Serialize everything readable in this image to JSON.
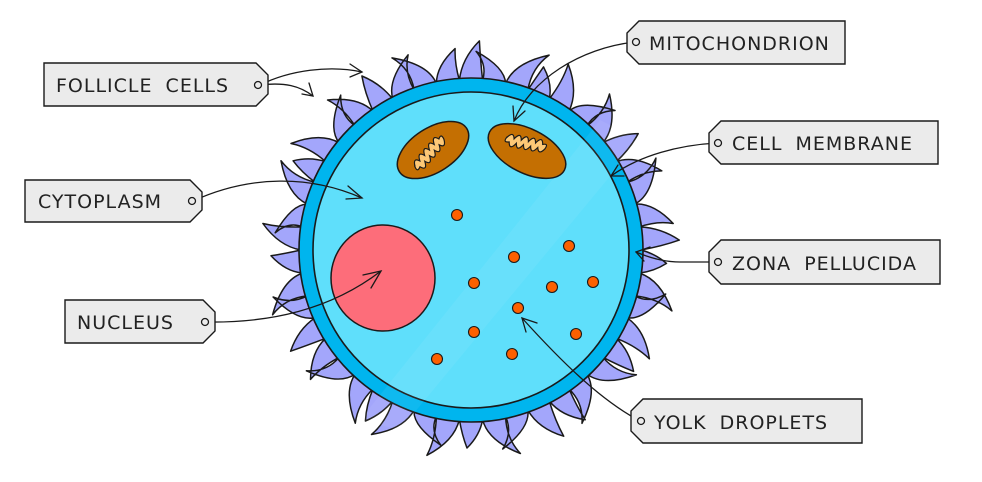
{
  "title": "Egg cell (ovum) structure",
  "colors": {
    "follicle_cells": "#a3a6fb",
    "zona_pellucida": "#00b5ee",
    "cytoplasm": "#5fdffb",
    "nucleus": "#fd6d7a",
    "mitochondrion_outer": "#c46f02",
    "mitochondrion_inner": "#fdc876",
    "yolk_droplets": "#fd6000",
    "label_fill": "#ebebeb",
    "outline": "#1a1a1a"
  },
  "labels": {
    "follicle_cells": "FOLLICLE CELLS",
    "cytoplasm": "CYTOPLASM",
    "nucleus": "NUCLEUS",
    "mitochondrion": "MITOCHONDRION",
    "cell_membrane": "CELL MEMBRANE",
    "zona_pellucida": "ZONA PELLUCIDA",
    "yolk_droplets": "YOLK DROPLETS"
  },
  "structures": {
    "mitochondria_count": 2,
    "yolk_droplet_count": 11
  }
}
